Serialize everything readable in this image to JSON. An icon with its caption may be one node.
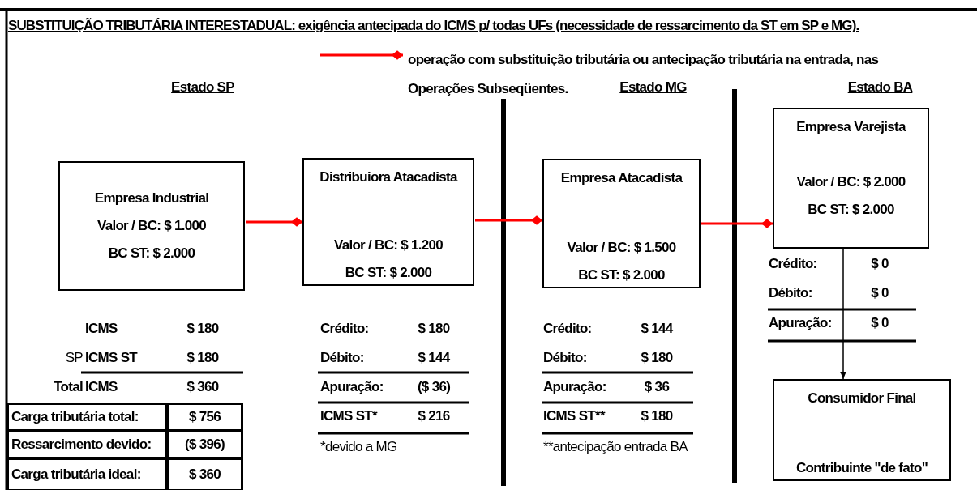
{
  "diagram": {
    "title": "SUBSTITUIÇÃO TRIBUTÁRIA INTERESTADUAL: exigência antecipada do ICMS p/ todas UFs (necessidade de ressarcimento da ST em SP e MG).",
    "nodes": [
      {
        "text": [
          "Empresa Industrial",
          "Valor / BC: $ 1.000",
          "BC ST:  $ 2.000"
        ]
      },
      {
        "text": [
          "Distribuiora Atacadista",
          "Valor / BC: $ 1.200",
          "BC ST:  $ 2.000"
        ]
      },
      {
        "text": [
          "Empresa Atacadista",
          "Valor / BC: $ 1.500",
          "BC ST:  $ 2.000"
        ]
      },
      {
        "text": [
          "Empresa Varejista",
          "Valor / BC: $ 2.000",
          "BC ST:  $ 2.000"
        ]
      },
      {
        "text": [
          "Consumidor Final",
          "Contribuinte \"de fato\""
        ]
      }
    ],
    "edges": [
      {
        "from": 0,
        "to": 1,
        "arrow": "other",
        "color": "#ff0000"
      },
      {
        "from": 1,
        "to": 2,
        "arrow": "other",
        "color": "#ff0000"
      },
      {
        "from": 2,
        "to": 3,
        "arrow": "other",
        "color": "#ff0000"
      },
      {
        "from": 3,
        "to": 4,
        "arrow": "to",
        "color": "#000000"
      }
    ],
    "labels": [
      "Estado SP",
      "Estado MG",
      "Estado BA",
      "Crédito:",
      "$ 0",
      "Débito:",
      "$ 0",
      "Apuração:",
      "$ 0",
      "ICMS",
      "$ 180",
      "SP",
      "ICMS ST",
      "$ 180",
      "Total",
      "ICMS",
      "$ 360",
      "Carga tributária total:",
      "$ 756",
      "Ressarcimento devido:",
      "($ 396)",
      "Carga tributária ideal:",
      "$ 360",
      "Crédito:",
      "$ 180",
      "Débito:",
      "$ 144",
      "Apuração:",
      "($ 36)",
      "ICMS ST*",
      "$ 216",
      "*devido a MG",
      "Crédito:",
      "$ 144",
      "Débito:",
      "$ 180",
      "Apuração:",
      "$ 36",
      "ICMS ST**",
      "$ 180",
      "**antecipação entrada BA"
    ],
    "legend": [
      {
        "text": "operação com substituição tributária ou antecipação tributária na entrada, nas Operações Subseqüentes."
      }
    ]
  }
}
